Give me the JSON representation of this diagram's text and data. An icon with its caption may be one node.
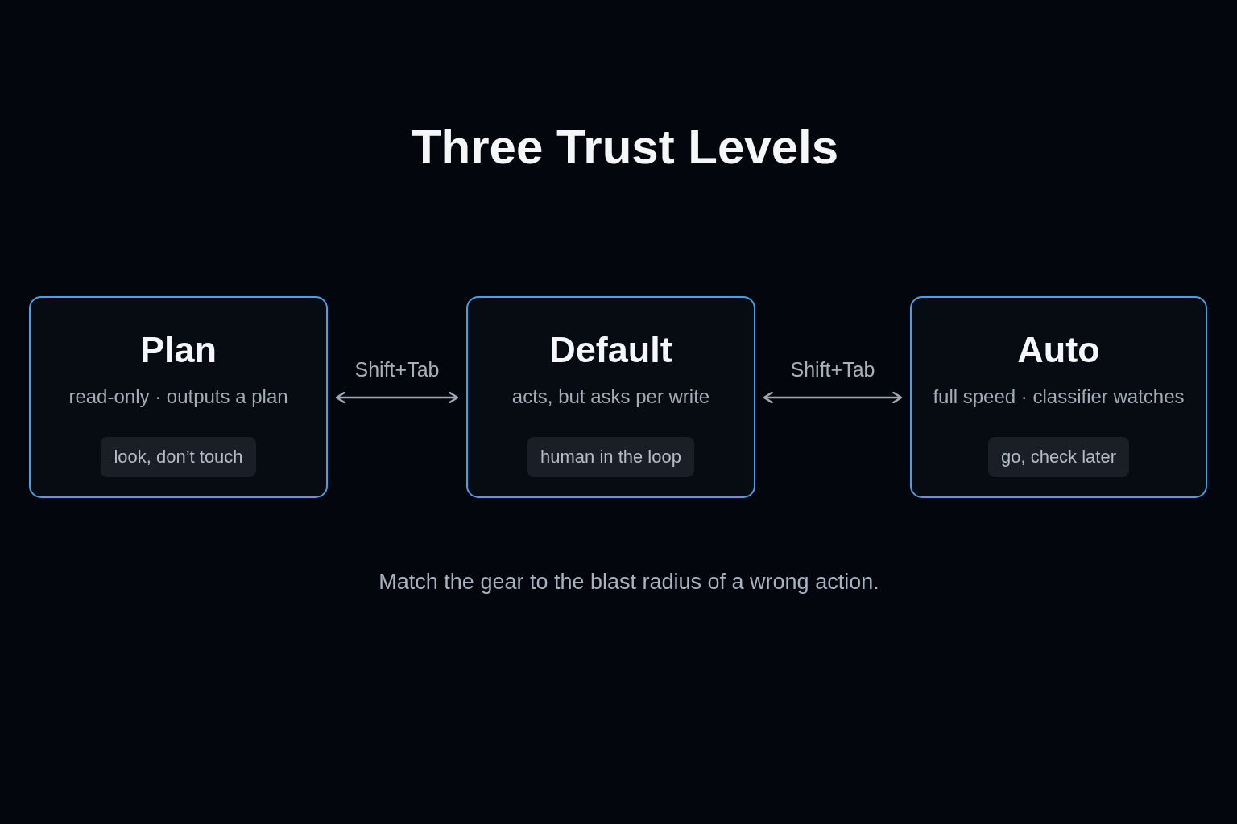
{
  "diagram": {
    "title": "Three Trust Levels",
    "caption": "Match the gear to the blast radius of a wrong action.",
    "nodes": [
      {
        "text": [
          "Plan",
          "read-only · outputs a plan"
        ]
      },
      {
        "text": [
          "look, don’t touch"
        ],
        "in": 0
      },
      {
        "text": [
          "Default",
          "acts, but asks per write"
        ]
      },
      {
        "text": [
          "human in the loop"
        ],
        "in": 2
      },
      {
        "text": [
          "Auto",
          "full speed · classifier watches"
        ]
      },
      {
        "text": [
          "go, check later"
        ],
        "in": 4
      }
    ],
    "edges": [
      {
        "from": 0,
        "to": 2,
        "arrow": "both",
        "label": "Shift+Tab"
      },
      {
        "from": 2,
        "to": 4,
        "arrow": "both",
        "label": "Shift+Tab"
      }
    ]
  }
}
